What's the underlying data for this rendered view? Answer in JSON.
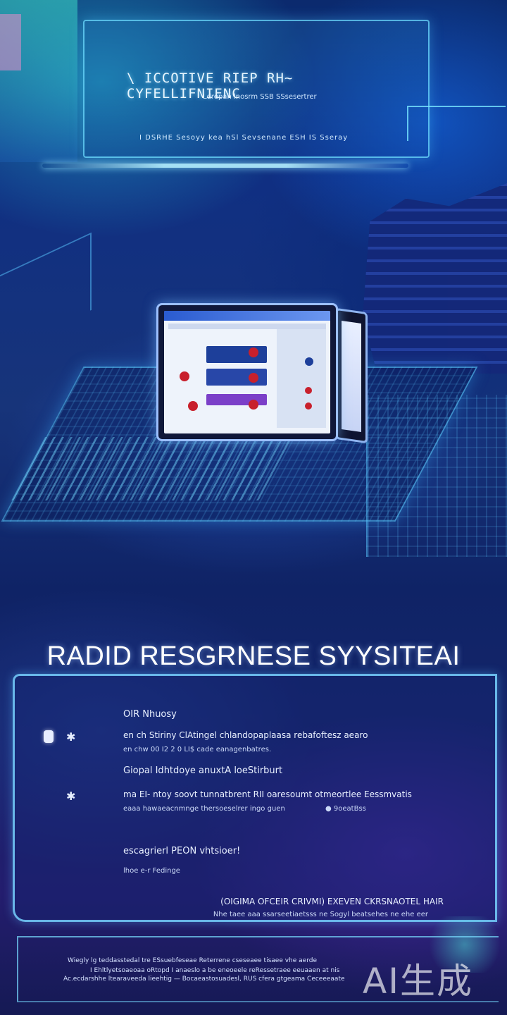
{
  "banner": {
    "title": "\\ ICCOTIVE RIEP RH~ CYFELLIFNIENC",
    "subtitle": "Ldrepah lnosrm SSB SSsesertrer",
    "caption": "I DSRHE Sesoyy kea hSl Sevsenane ESH IS Sseray"
  },
  "section": {
    "title": "RADID RESGRNESE SYYSITEAI"
  },
  "panel": {
    "heading": "OIR Nhuosy",
    "bullet1_line1": "en ch Stiriny ClAtingel chlandopaplaasa rebafoftesz aearo",
    "bullet1_line2": "en chw 00 I2 2 0 LI$ cade eanagenbatres.",
    "bullet2_heading": "Giopal Idhtdoye anuxtA loeStirburt",
    "bullet3_line1": "ma EI- ntoy soovt tunnatbrent RII oaresoumt otmeortlee Eessmvatis",
    "bullet3_line2": "eaaa hawaeacnmnge thersoeselrer ingo guen",
    "bullet3_tag": "9oeatBss",
    "sub_heading": "escagrierl PEON vhtsioer!",
    "sub_small": "lhoe e-r Fedinge",
    "right_line1": "(OIGIMA OFCEIR CRIVMI) EXEVEN CKRSNAOTEL HAIR",
    "right_line2": "Nhe taee aaa ssarseetiaetsss ne Sogyl beatsehes ne ehe eer"
  },
  "footer": {
    "line1": "Wiegly lg teddasstedal tre ESsuebfeseae Reterrene cseseaee tisaee vhe aerde",
    "line2": "I Ehltlyetsoaeoaa oRtopd I anaeslo a be eneoeele reRessetraee eeuaaen at nis",
    "line3": "Ac.ecdarshhe ltearaveeda lieehtig — Bocaeastosuadesl, RUS cfera gtgeama Ceceeeaate"
  },
  "watermark": "AI生成"
}
